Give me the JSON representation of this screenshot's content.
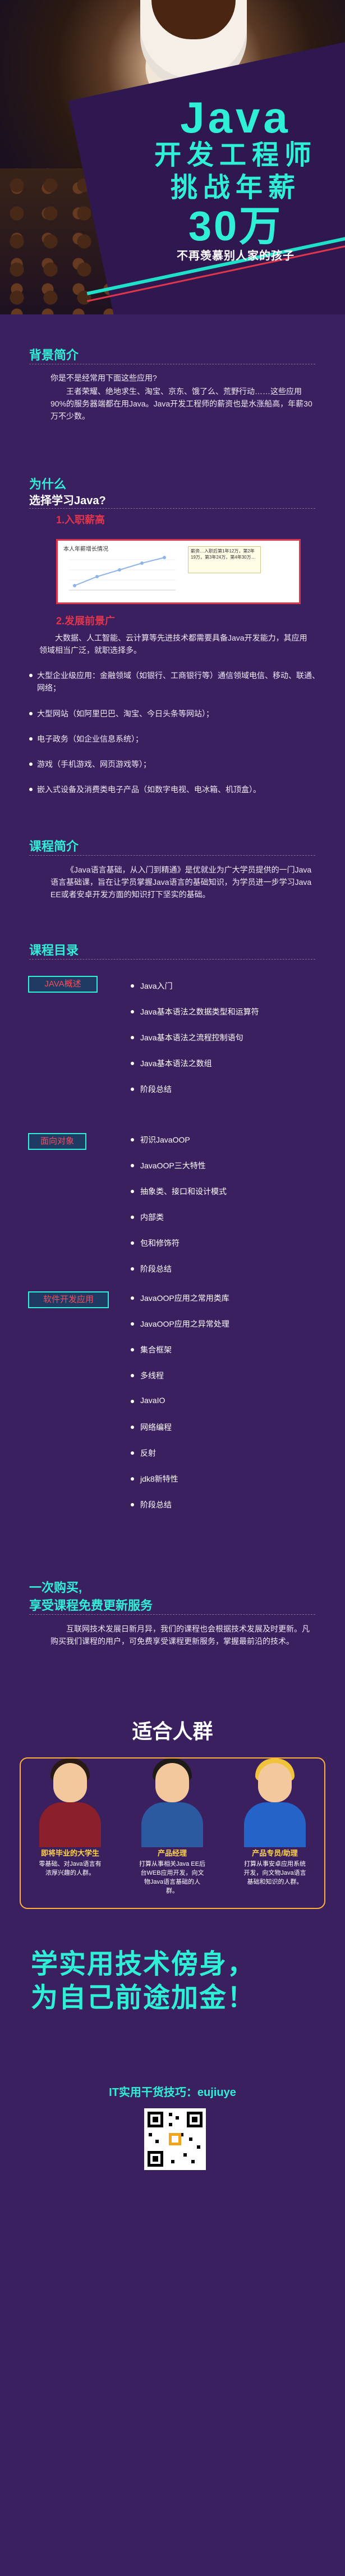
{
  "hero": {
    "t1": "Java",
    "t2": "开发工程师",
    "t3": "挑战年薪",
    "t4": "30万",
    "t5": "不再羡慕别人家的孩子"
  },
  "background": {
    "title": "背景简介",
    "p1": "你是不是经常用下面这些应用?",
    "p2": "王者荣耀、绝地求生、淘宝、京东、饿了么、荒野行动……这些应用90%的服务器端都在用Java。Java开发工程师的薪资也是水涨船高，年薪30万不少数。"
  },
  "why": {
    "heading": "为什么",
    "subtitle": "选择学习Java?",
    "point1": "1.入职薪高",
    "chart_title": "本人年薪增长情况",
    "tooltip": "薪资…入职后第1年12万，第2年19万，第3年24万，第4年30万…",
    "point2": "2.发展前景广",
    "p_dev": "大数据、人工智能、云计算等先进技术都需要具备Java开发能力，其应用领域相当广泛，就职选择多。",
    "bullets": [
      "大型企业级应用：金融领域（如银行、工商银行等）通信领域电信、移动、联通、网络；",
      "大型网站（如阿里巴巴、淘宝、今日头条等网站）；",
      "电子政务（如企业信息系统）；",
      "游戏（手机游戏、网页游戏等）；",
      "嵌入式设备及消费类电子产品（如数字电视、电冰箱、机顶盒）。"
    ]
  },
  "course": {
    "title": "课程简介",
    "p": "《Java语言基础，从入门到精通》是优就业为广大学员提供的一门Java语言基础课，旨在让学员掌握Java语言的基础知识，为学员进一步学习Java EE或者安卓开发方面的知识打下坚实的基础。"
  },
  "catalog": {
    "title": "课程目录",
    "tags": [
      "JAVA概述",
      "面向对象",
      "软件开发应用"
    ],
    "items": [
      "Java入门",
      "Java基本语法之数据类型和运算符",
      "Java基本语法之流程控制语句",
      "Java基本语法之数组",
      "阶段总结",
      "初识JavaOOP",
      "JavaOOP三大特性",
      "抽象类、接口和设计模式",
      "内部类",
      "包和修饰符",
      "阶段总结",
      "JavaOOP应用之常用类库",
      "JavaOOP应用之异常处理",
      "集合框架",
      "多线程",
      "JavaIO",
      "网络编程",
      "反射",
      "jdk8新特性",
      "阶段总结"
    ]
  },
  "buy": {
    "line1": "一次购买,",
    "line2": "享受课程免费更新服务",
    "p": "互联网技术发展日新月异，我们的课程也会根据技术发展及时更新。凡购买我们课程的用户，可免费享受课程更新服务，掌握最前沿的技术。"
  },
  "audience": {
    "title": "适合人群",
    "people": [
      {
        "label": "即将毕业的大学生",
        "desc": "零基础、对Java语言有浓厚兴趣的人群。"
      },
      {
        "label": "产品经理",
        "desc": "打算从事相关Java EE后台WEB应用开发，向文物Java语言基础的人群。"
      },
      {
        "label": "产品专员/助理",
        "desc": "打算从事安卓应用系统开发，向文物Java语言基础和知识的人群。"
      }
    ]
  },
  "slogan": {
    "line1": "学实用技术傍身，",
    "line2": "为自己前途加金！"
  },
  "footer": {
    "wechat": "IT实用干货技巧：eujiuye"
  }
}
